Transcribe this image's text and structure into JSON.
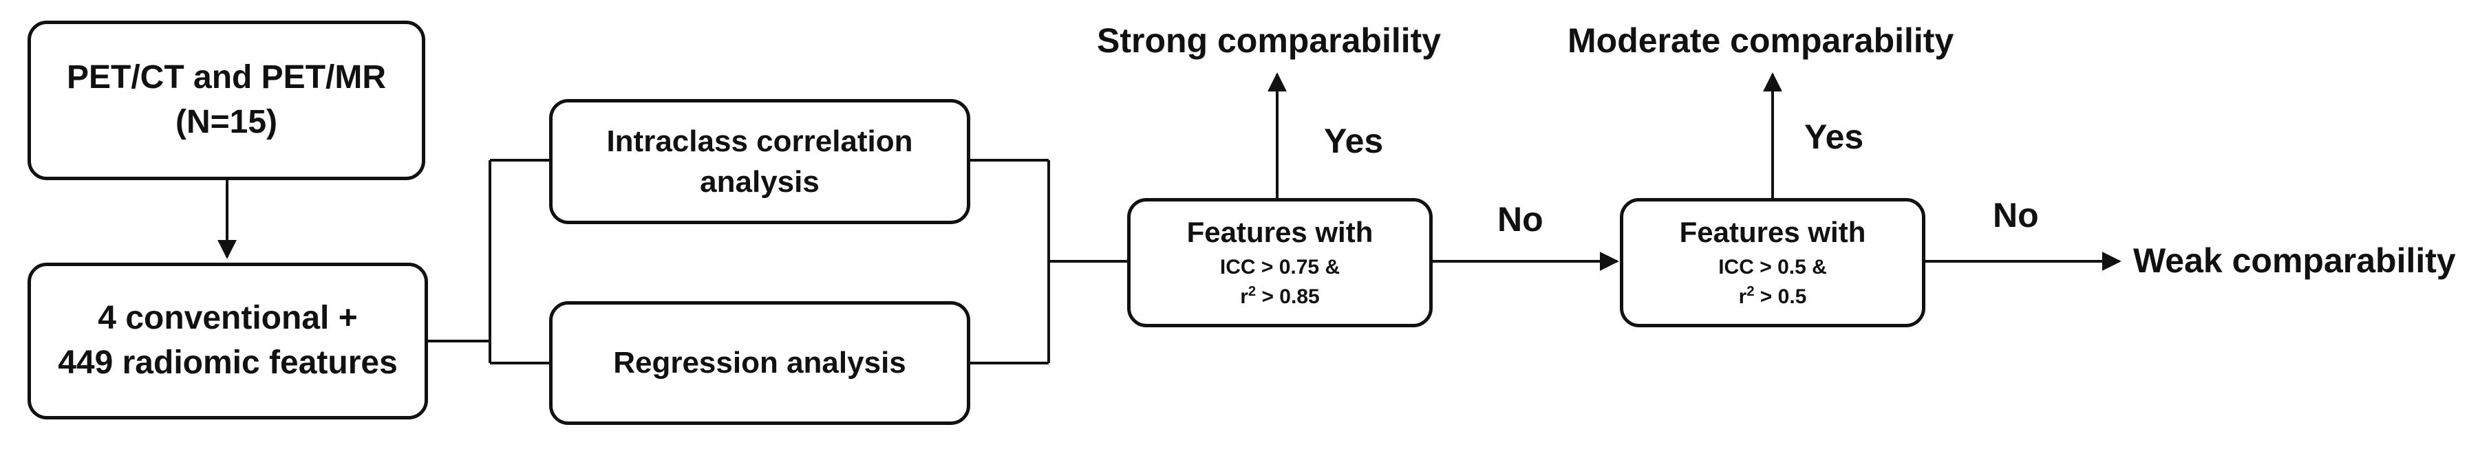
{
  "boxes": {
    "input": {
      "line1": "PET/CT and PET/MR",
      "line2": "(N=15)"
    },
    "features": {
      "line1": "4 conventional +",
      "line2": "449 radiomic features"
    },
    "icc": {
      "line1": "Intraclass correlation",
      "line2": "analysis"
    },
    "regression": {
      "line1": "Regression analysis"
    },
    "decision1": {
      "title": "Features with",
      "line1": "ICC > 0.75 &",
      "line2_base": "r",
      "line2_sup": "2",
      "line2_rest": " > 0.85"
    },
    "decision2": {
      "title": "Features with",
      "line1": "ICC > 0.5 &",
      "line2_base": "r",
      "line2_sup": "2",
      "line2_rest": " > 0.5"
    }
  },
  "outcomes": {
    "strong": "Strong comparability",
    "moderate": "Moderate comparability",
    "weak": "Weak comparability"
  },
  "edge_labels": {
    "yes1": "Yes",
    "yes2": "Yes",
    "no1": "No",
    "no2": "No"
  },
  "colors": {
    "stroke": "#111111",
    "background": "#ffffff"
  }
}
